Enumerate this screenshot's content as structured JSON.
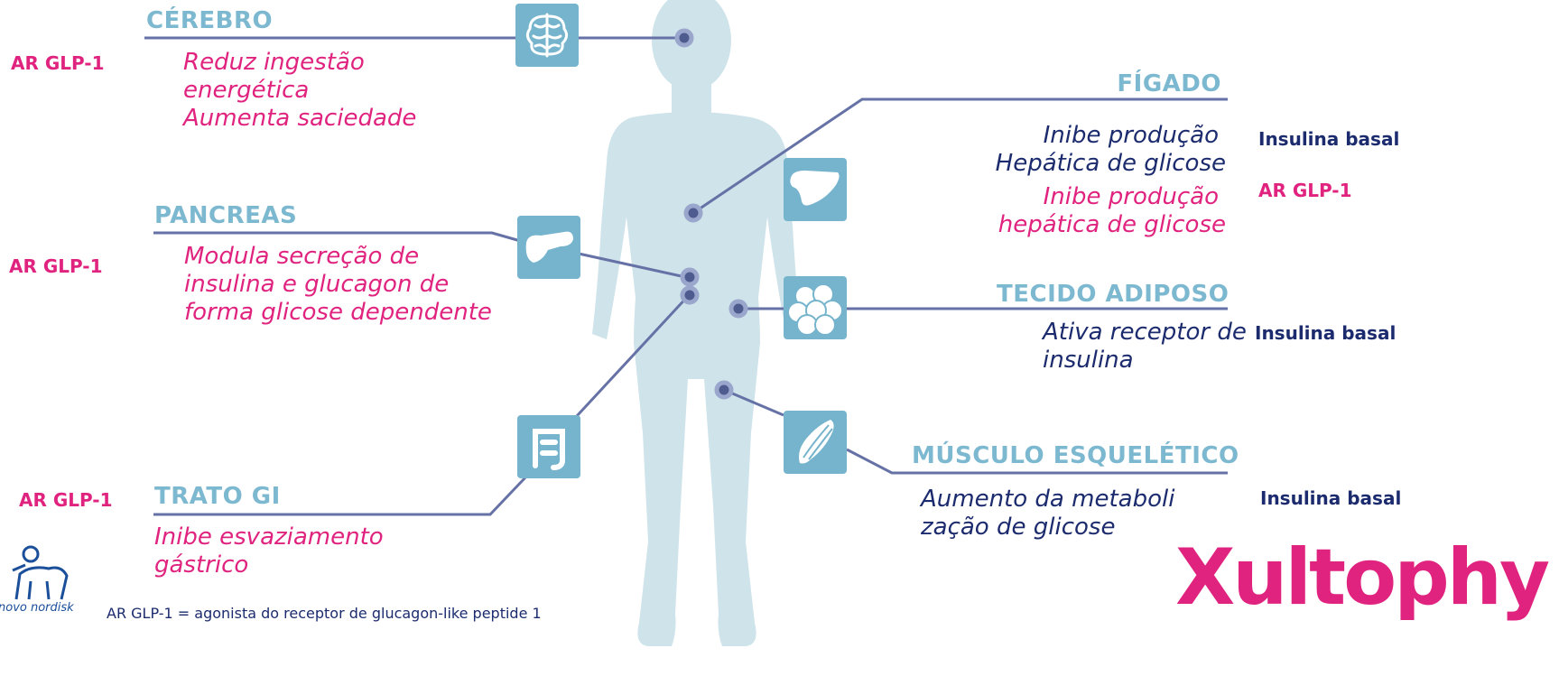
{
  "organs": {
    "brain": {
      "title": "CÉREBRO",
      "tag": "AR GLP-1",
      "desc": [
        "Reduz ingestão",
        "energética",
        "Aumenta saciedade"
      ]
    },
    "pancreas": {
      "title": "PANCREAS",
      "tag": "AR GLP-1",
      "desc": [
        "Modula secreção de",
        "insulina e glucagon de",
        "forma glicose dependente"
      ]
    },
    "gi": {
      "title": "TRATO GI",
      "tag": "AR GLP-1",
      "desc": [
        "Inibe esvaziamento",
        "gástrico"
      ]
    },
    "liver": {
      "title": "FÍGADO",
      "desc_basal": [
        "Inibe produção",
        "Hepática de glicose"
      ],
      "tag_basal": "Insulina basal",
      "desc_glp": [
        "Inibe produção",
        "hepática de glicose"
      ],
      "tag_glp": "AR GLP-1"
    },
    "adipose": {
      "title": "TECIDO ADIPOSO",
      "desc": [
        "Ativa receptor de",
        "insulina"
      ],
      "tag": "Insulina basal"
    },
    "muscle": {
      "title": "MÚSCULO ESQUELÉTICO",
      "desc": [
        "Aumento da metaboli",
        "zação de glicose"
      ],
      "tag": "Insulina basal"
    }
  },
  "footer": {
    "note": "AR GLP-1 = agonista do receptor de glucagon-like peptide 1",
    "logo_text": "novo nordisk"
  },
  "brand": {
    "name": "Xultophy"
  },
  "icons": [
    "brain-icon",
    "pancreas-icon",
    "intestine-icon",
    "liver-icon",
    "fat-cells-icon",
    "muscle-icon"
  ],
  "colors": {
    "organ_title": "#7cb8cf",
    "pink": "#e0237f",
    "navy": "#1b2b6e",
    "line": "#6672a6",
    "body": "#cfe3ea",
    "icon_bg": "#75b4cc"
  }
}
